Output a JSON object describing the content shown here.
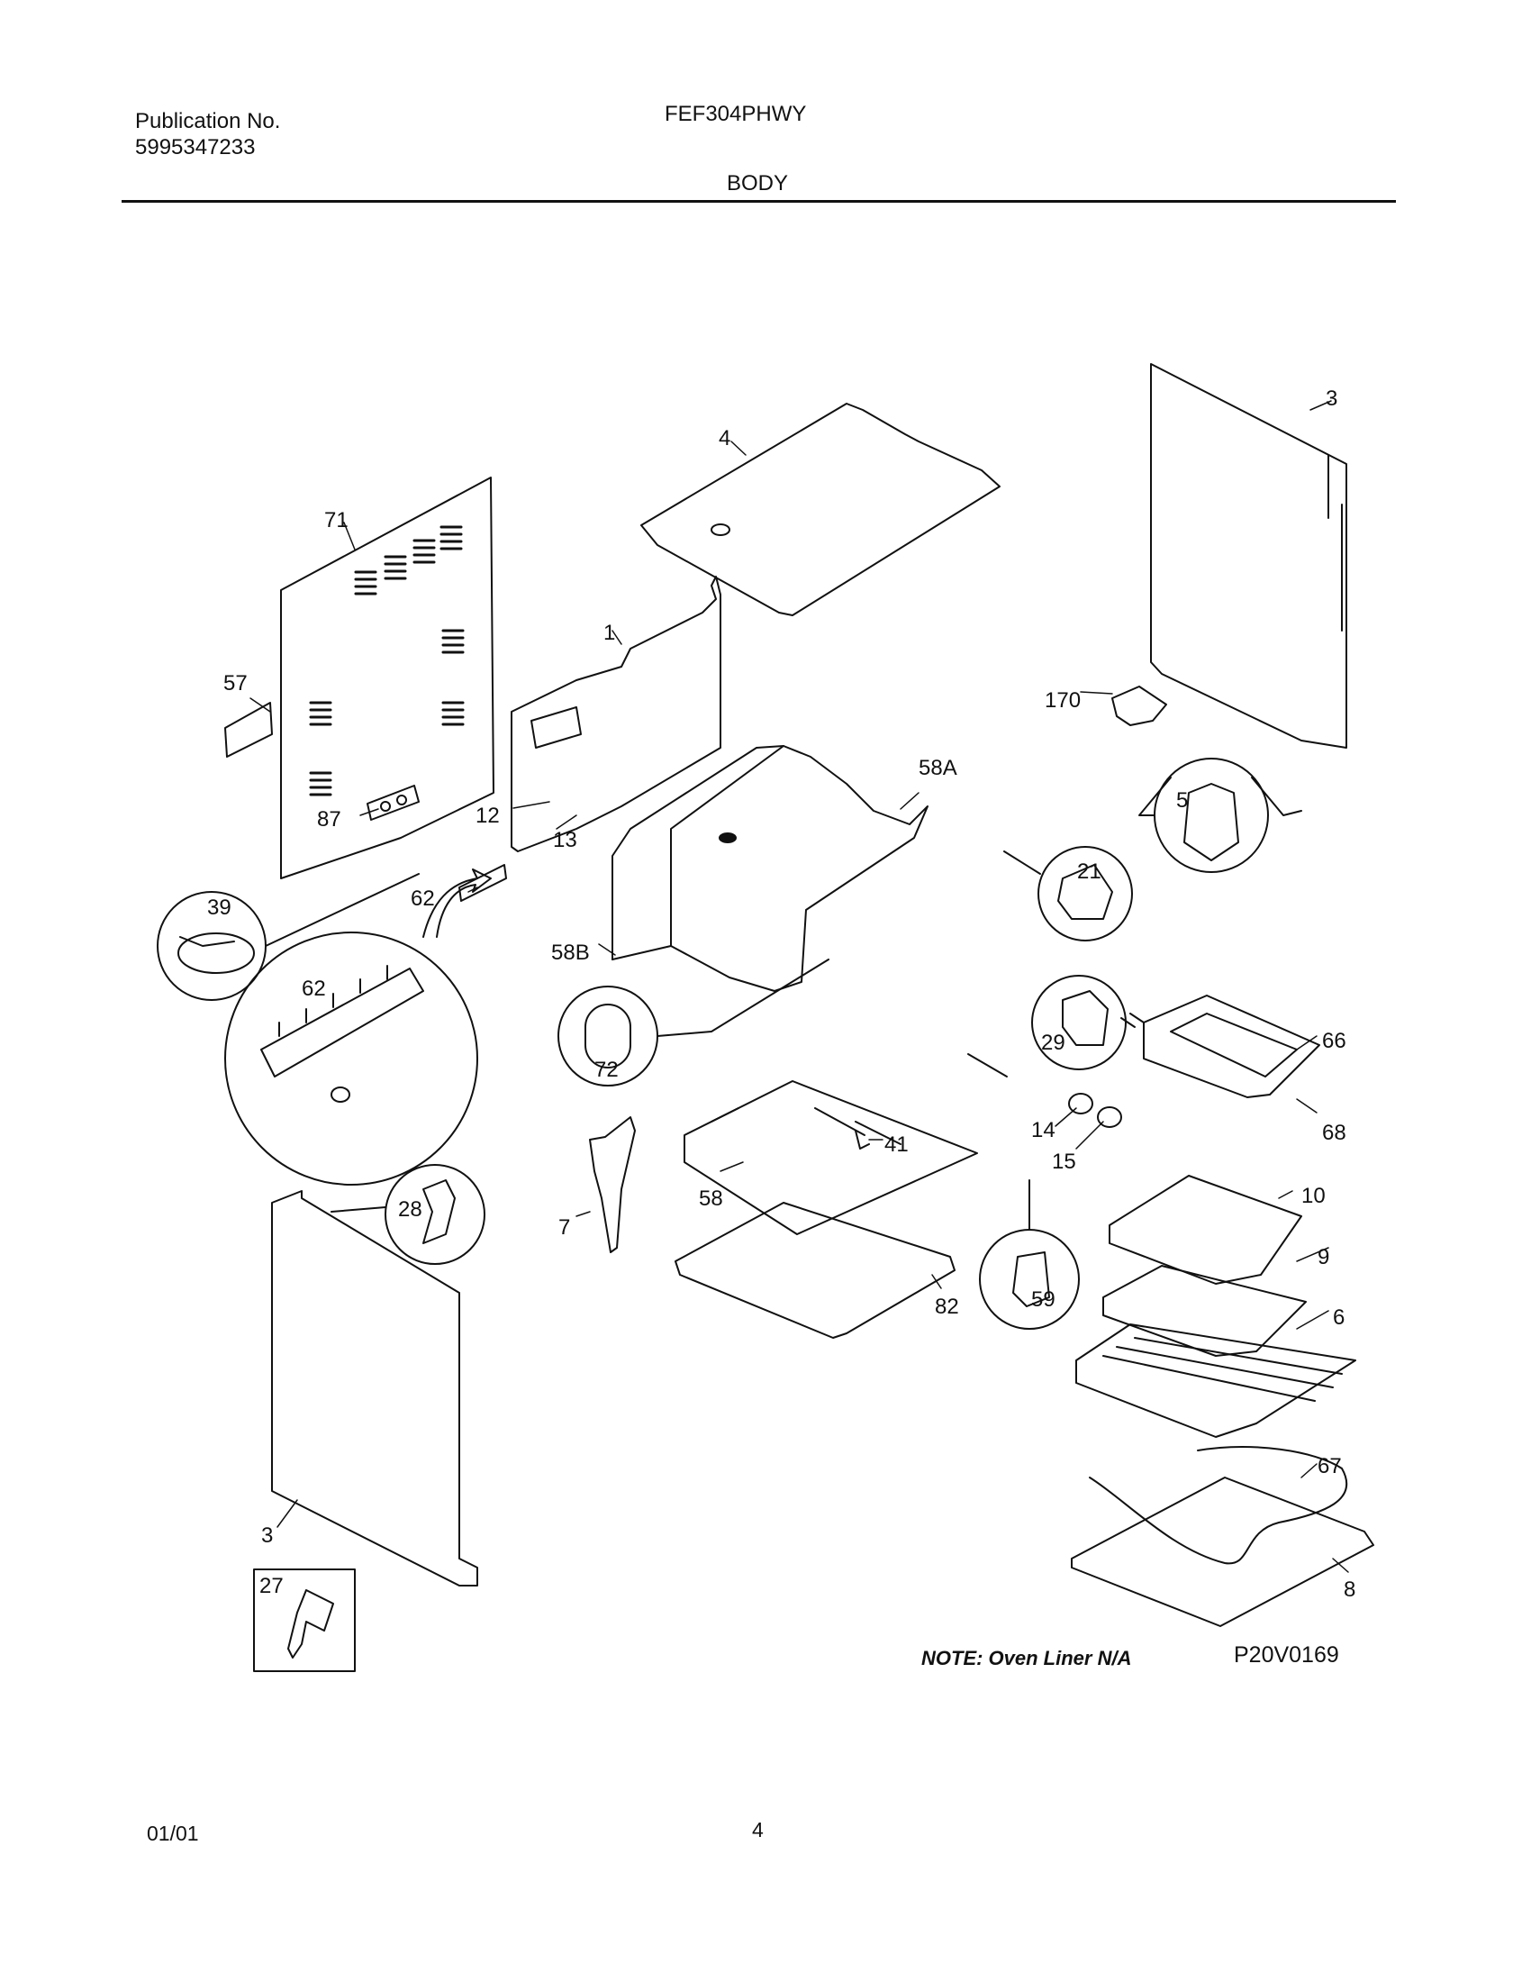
{
  "header": {
    "publication_label": "Publication No.",
    "publication_number": "5995347233",
    "model": "FEF304PHWY",
    "section": "BODY"
  },
  "parts": [
    {
      "key": "p3a",
      "num": "3"
    },
    {
      "key": "p4",
      "num": "4"
    },
    {
      "key": "p71",
      "num": "71"
    },
    {
      "key": "p1",
      "num": "1"
    },
    {
      "key": "p57",
      "num": "57"
    },
    {
      "key": "p170",
      "num": "170"
    },
    {
      "key": "p58a",
      "num": "58A"
    },
    {
      "key": "p5",
      "num": "5"
    },
    {
      "key": "p12",
      "num": "12"
    },
    {
      "key": "p87",
      "num": "87"
    },
    {
      "key": "p13",
      "num": "13"
    },
    {
      "key": "p21",
      "num": "21"
    },
    {
      "key": "p39",
      "num": "39"
    },
    {
      "key": "p62a",
      "num": "62"
    },
    {
      "key": "p58b",
      "num": "58B"
    },
    {
      "key": "p62b",
      "num": "62"
    },
    {
      "key": "p29",
      "num": "29"
    },
    {
      "key": "p66",
      "num": "66"
    },
    {
      "key": "p72",
      "num": "72"
    },
    {
      "key": "p68",
      "num": "68"
    },
    {
      "key": "p14",
      "num": "14"
    },
    {
      "key": "p41",
      "num": "41"
    },
    {
      "key": "p15",
      "num": "15"
    },
    {
      "key": "p28",
      "num": "28"
    },
    {
      "key": "p58",
      "num": "58"
    },
    {
      "key": "p10",
      "num": "10"
    },
    {
      "key": "p7",
      "num": "7"
    },
    {
      "key": "p9",
      "num": "9"
    },
    {
      "key": "p59",
      "num": "59"
    },
    {
      "key": "p6",
      "num": "6"
    },
    {
      "key": "p82",
      "num": "82"
    },
    {
      "key": "p67",
      "num": "67"
    },
    {
      "key": "p3b",
      "num": "3"
    },
    {
      "key": "p27",
      "num": "27"
    },
    {
      "key": "p8",
      "num": "8"
    }
  ],
  "note": "NOTE:  Oven Liner N/A",
  "diagram_code": "P20V0169",
  "footer": {
    "date": "01/01",
    "page": "4"
  }
}
